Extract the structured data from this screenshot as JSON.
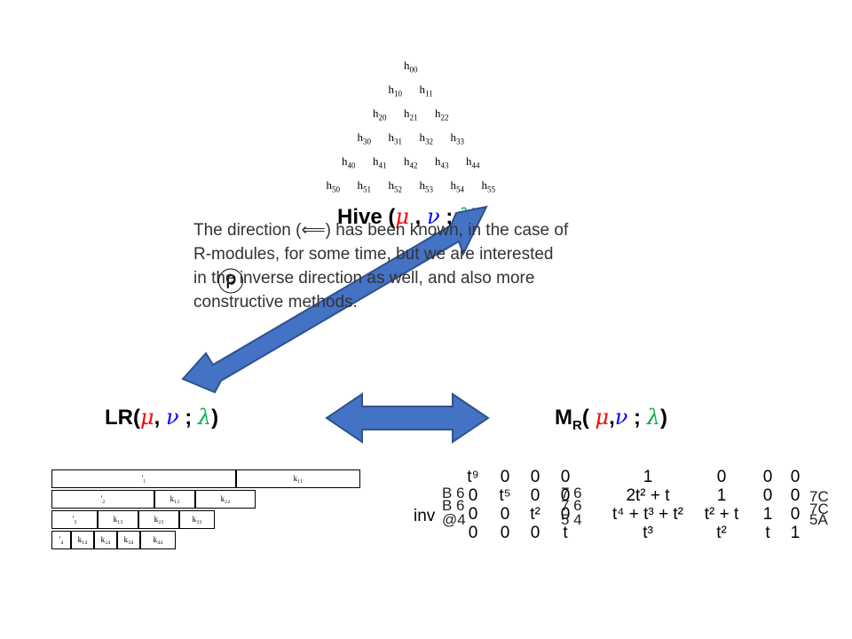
{
  "hive": {
    "rows": [
      [
        {
          "b": "h",
          "s": "00"
        }
      ],
      [
        {
          "b": "h",
          "s": "10"
        },
        {
          "b": "h",
          "s": "11"
        }
      ],
      [
        {
          "b": "h",
          "s": "20"
        },
        {
          "b": "h",
          "s": "21"
        },
        {
          "b": "h",
          "s": "22"
        }
      ],
      [
        {
          "b": "h",
          "s": "30"
        },
        {
          "b": "h",
          "s": "31"
        },
        {
          "b": "h",
          "s": "32"
        },
        {
          "b": "h",
          "s": "33"
        }
      ],
      [
        {
          "b": "h",
          "s": "40"
        },
        {
          "b": "h",
          "s": "41"
        },
        {
          "b": "h",
          "s": "42"
        },
        {
          "b": "h",
          "s": "43"
        },
        {
          "b": "h",
          "s": "44"
        }
      ],
      [
        {
          "b": "h",
          "s": "50"
        },
        {
          "b": "h",
          "s": "51"
        },
        {
          "b": "h",
          "s": "52"
        },
        {
          "b": "h",
          "s": "53"
        },
        {
          "b": "h",
          "s": "54"
        },
        {
          "b": "h",
          "s": "55"
        }
      ]
    ]
  },
  "labels": {
    "hive": {
      "prefix": "Hive (",
      "mu": "μ",
      "sep1": " , ",
      "nu": "ν",
      "sep2": " ; ",
      "lam": "λ",
      "suffix": ")"
    },
    "lr": {
      "prefix": "LR(",
      "mu": "μ",
      "sep1": ", ",
      "nu": "ν",
      "sep2": " ; ",
      "lam": "λ",
      "suffix": ")"
    },
    "mr": {
      "base": "M",
      "sub": "R",
      "open": "( ",
      "mu": "μ",
      "sep1": ",",
      "nu": "ν",
      "sep2": " ; ",
      "lam": "λ",
      "suffix": ")"
    }
  },
  "description": {
    "lines": [
      "The direction  (⟸) has been known, in the case of",
      "R-modules, for some time, but we are interested",
      "in the inverse direction as well, and also more",
      "constructive methods."
    ]
  },
  "circle_glyph": "ⓟ",
  "colors": {
    "arrow_fill": "#4472c4",
    "arrow_stroke": "#2f528f",
    "mu": "#ff0000",
    "nu": "#0000ff",
    "lambda": "#00b050"
  },
  "lr_tableau": {
    "rows": [
      [
        "'₁",
        "k₁₁"
      ],
      [
        "'₂",
        "k₁₂",
        "k₂₂"
      ],
      [
        "'₃",
        "k₁₃",
        "k₂₃",
        "k₃₃"
      ],
      [
        "'₄",
        "k₁₄",
        "k₂₄",
        "k₃₄",
        "k₄₄"
      ]
    ]
  },
  "matrix": {
    "rows": [
      {
        "left": "",
        "cells": [
          "t⁹",
          "0",
          "0",
          "0",
          "1",
          "0",
          "0",
          "0"
        ],
        "right": ""
      },
      {
        "left": "",
        "cells": [
          "0",
          "t⁵",
          "0",
          "0",
          "2t² + t",
          "1",
          "0",
          "0"
        ],
        "right": ""
      },
      {
        "left": "inv",
        "cells": [
          "0",
          "0",
          "t²",
          "0",
          "t⁴ + t³ + t²",
          "t² + t",
          "1",
          "0"
        ],
        "right": ""
      },
      {
        "left": "",
        "cells": [
          "0",
          "0",
          "0",
          "t",
          "t³",
          "t²",
          "t",
          "1"
        ],
        "right": ""
      }
    ],
    "fragments": [
      "B 6",
      "B 6",
      "@4",
      "7 6",
      "7 6",
      "5 4",
      "7C",
      "7C",
      "5A"
    ]
  }
}
